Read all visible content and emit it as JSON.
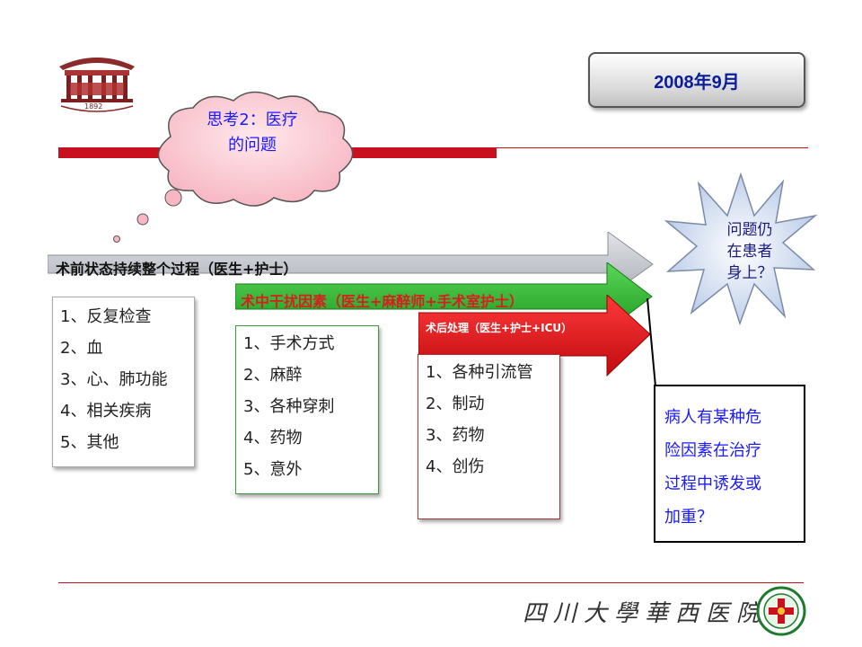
{
  "header": {
    "date": "2008年9月",
    "logo": {
      "icon": "hospital-gate-logo",
      "year_text": "1892"
    }
  },
  "thought_bubble": {
    "lines": [
      "思考2：医疗",
      "的问题"
    ]
  },
  "starburst": {
    "lines": [
      "问题仍",
      "在患者",
      "身上？"
    ]
  },
  "stages": [
    {
      "title": "术前状态持续整个过程（医生+护士）",
      "items": [
        "1、反复检查",
        "2、血",
        "3、心、肺功能",
        "4、相关疾病",
        "5、其他"
      ]
    },
    {
      "title": "术中干扰因素（医生+麻醉师+手术室护士）",
      "items": [
        "1、手术方式",
        "2、麻醉",
        "3、各种穿刺",
        "4、药物",
        "5、意外"
      ]
    },
    {
      "title": "术后处理（医生+护士+ICU）",
      "items": [
        "1、各种引流管",
        "2、制动",
        "3、药物",
        "4、创伤"
      ]
    }
  ],
  "note": {
    "lines": [
      "病人有某种危",
      "险因素在治疗",
      "过程中诱发或",
      "加重？"
    ]
  },
  "footer": {
    "text": "四川大學華西医院",
    "emblem_icon": "hospital-emblem-icon"
  },
  "colors": {
    "accent_red": "#c8101e",
    "gray_arrow": "#b4b8c0",
    "green_arrow": "#2db52d",
    "red_arrow": "#e0161e",
    "text_blue": "#1a1aff",
    "date_blue": "#0a1e9c"
  }
}
